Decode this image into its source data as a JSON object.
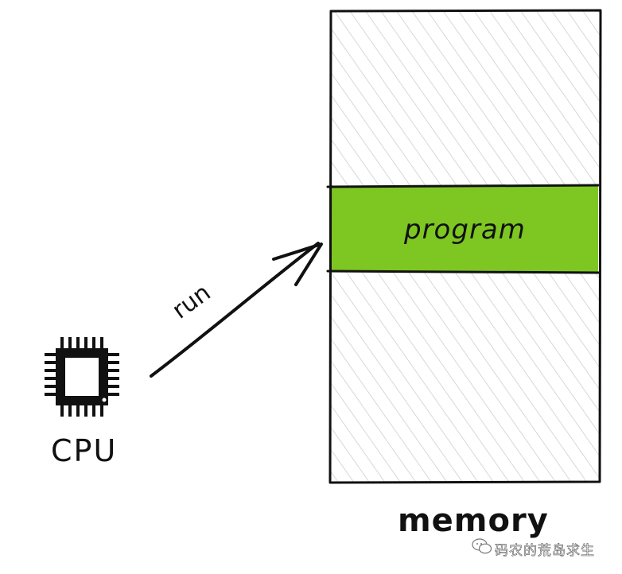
{
  "diagram": {
    "cpu_label": "CPU",
    "arrow_label": "run",
    "program_label": "program",
    "memory_label": "memory",
    "watermark": "码农的荒岛求生"
  },
  "colors": {
    "program_fill": "#7ec622",
    "hatch": "#c9ced4",
    "stroke": "#111111"
  },
  "icons": [
    "cpu-chip-icon",
    "wechat-icon"
  ]
}
